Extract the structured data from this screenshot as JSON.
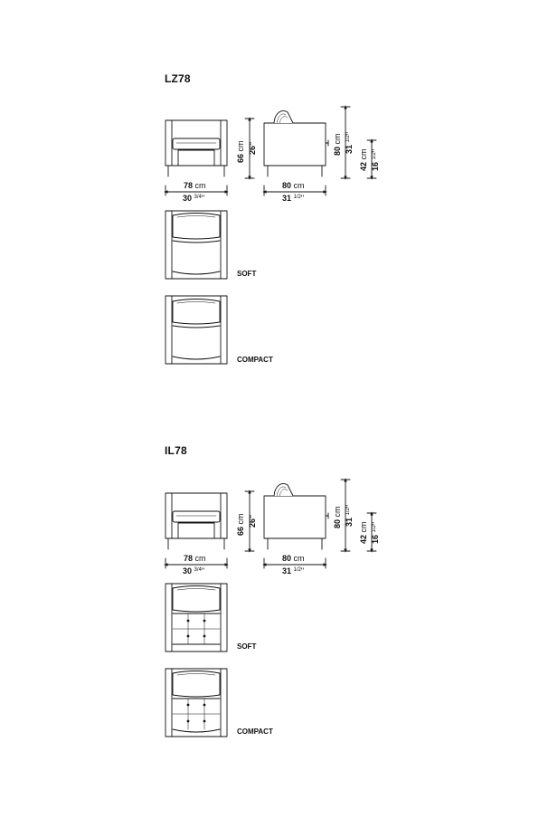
{
  "models": [
    {
      "code": "LZ78",
      "front_width_cm": "78",
      "front_width_in_whole": "30",
      "front_width_in_frac": "3/4",
      "front_height_cm": "66",
      "front_height_in": "26\"",
      "side_depth_cm": "80",
      "side_depth_in_whole": "31",
      "side_depth_in_frac": "1/2",
      "total_height_cm": "80",
      "total_height_in_whole": "31",
      "total_height_in_frac": "1/2",
      "seat_height_cm": "42",
      "seat_height_in_whole": "16",
      "seat_height_in_frac": "1/2",
      "variants": [
        "SOFT",
        "COMPACT"
      ]
    },
    {
      "code": "IL78",
      "front_width_cm": "78",
      "front_width_in_whole": "30",
      "front_width_in_frac": "3/4",
      "front_height_cm": "66",
      "front_height_in": "26\"",
      "side_depth_cm": "80",
      "side_depth_in_whole": "31",
      "side_depth_in_frac": "1/2",
      "total_height_cm": "80",
      "total_height_in_whole": "31",
      "total_height_in_frac": "1/2",
      "seat_height_cm": "42",
      "seat_height_in_whole": "16",
      "seat_height_in_frac": "1/2",
      "variants": [
        "SOFT",
        "COMPACT"
      ]
    }
  ],
  "units": {
    "cm": "cm",
    "inch_mark": "\""
  }
}
